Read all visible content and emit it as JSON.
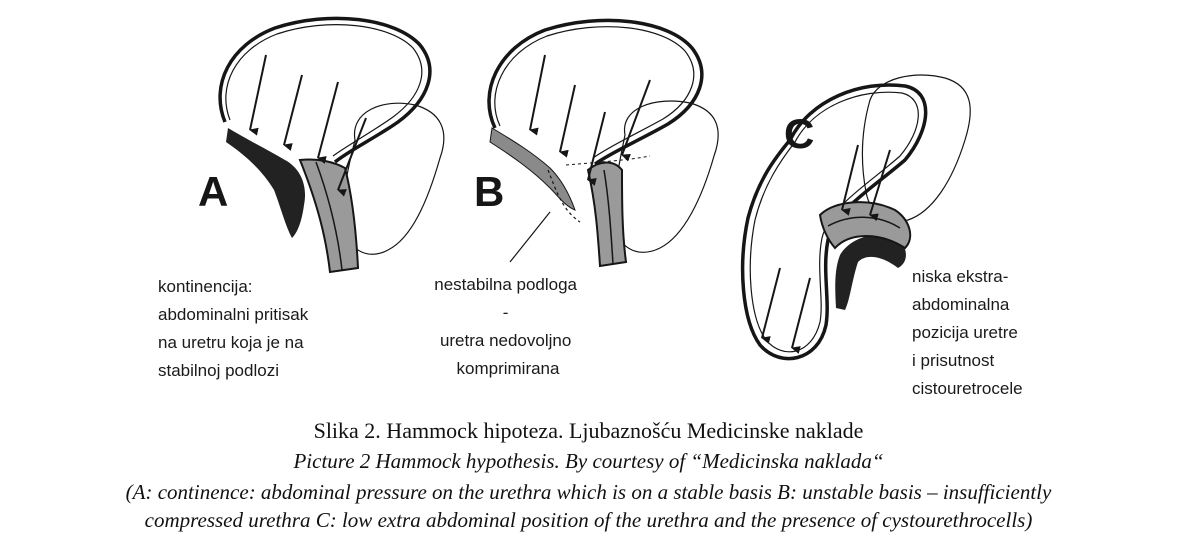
{
  "panels": [
    {
      "letter": "A",
      "label": [
        "kontinencija:",
        "abdominalni pritisak",
        "na uretru koja je na",
        "stabilnoj podlozi"
      ]
    },
    {
      "letter": "B",
      "label": [
        "nestabilna podloga",
        "-",
        "uretra nedovoljno",
        "komprimirana"
      ]
    },
    {
      "letter": "C",
      "label": [
        "niska ekstra-",
        "abdominalna",
        "pozicija uretre",
        "i prisutnost",
        "cistouretrocele"
      ]
    }
  ],
  "captions": {
    "hr": "Slika 2. Hammock hipoteza. Ljubaznošću Medicinske naklade",
    "en": "Picture 2 Hammock hypothesis. By courtesy of “Medicinska naklada“",
    "detail": [
      "(A: continence: abdominal pressure on the urethra which is on a stable basis B: unstable basis – insufficiently",
      "compressed urethra C: low extra abdominal position of the urethra and the presence of cystourethrocells)"
    ]
  },
  "colors": {
    "ink": "#161616",
    "background": "#ffffff"
  }
}
